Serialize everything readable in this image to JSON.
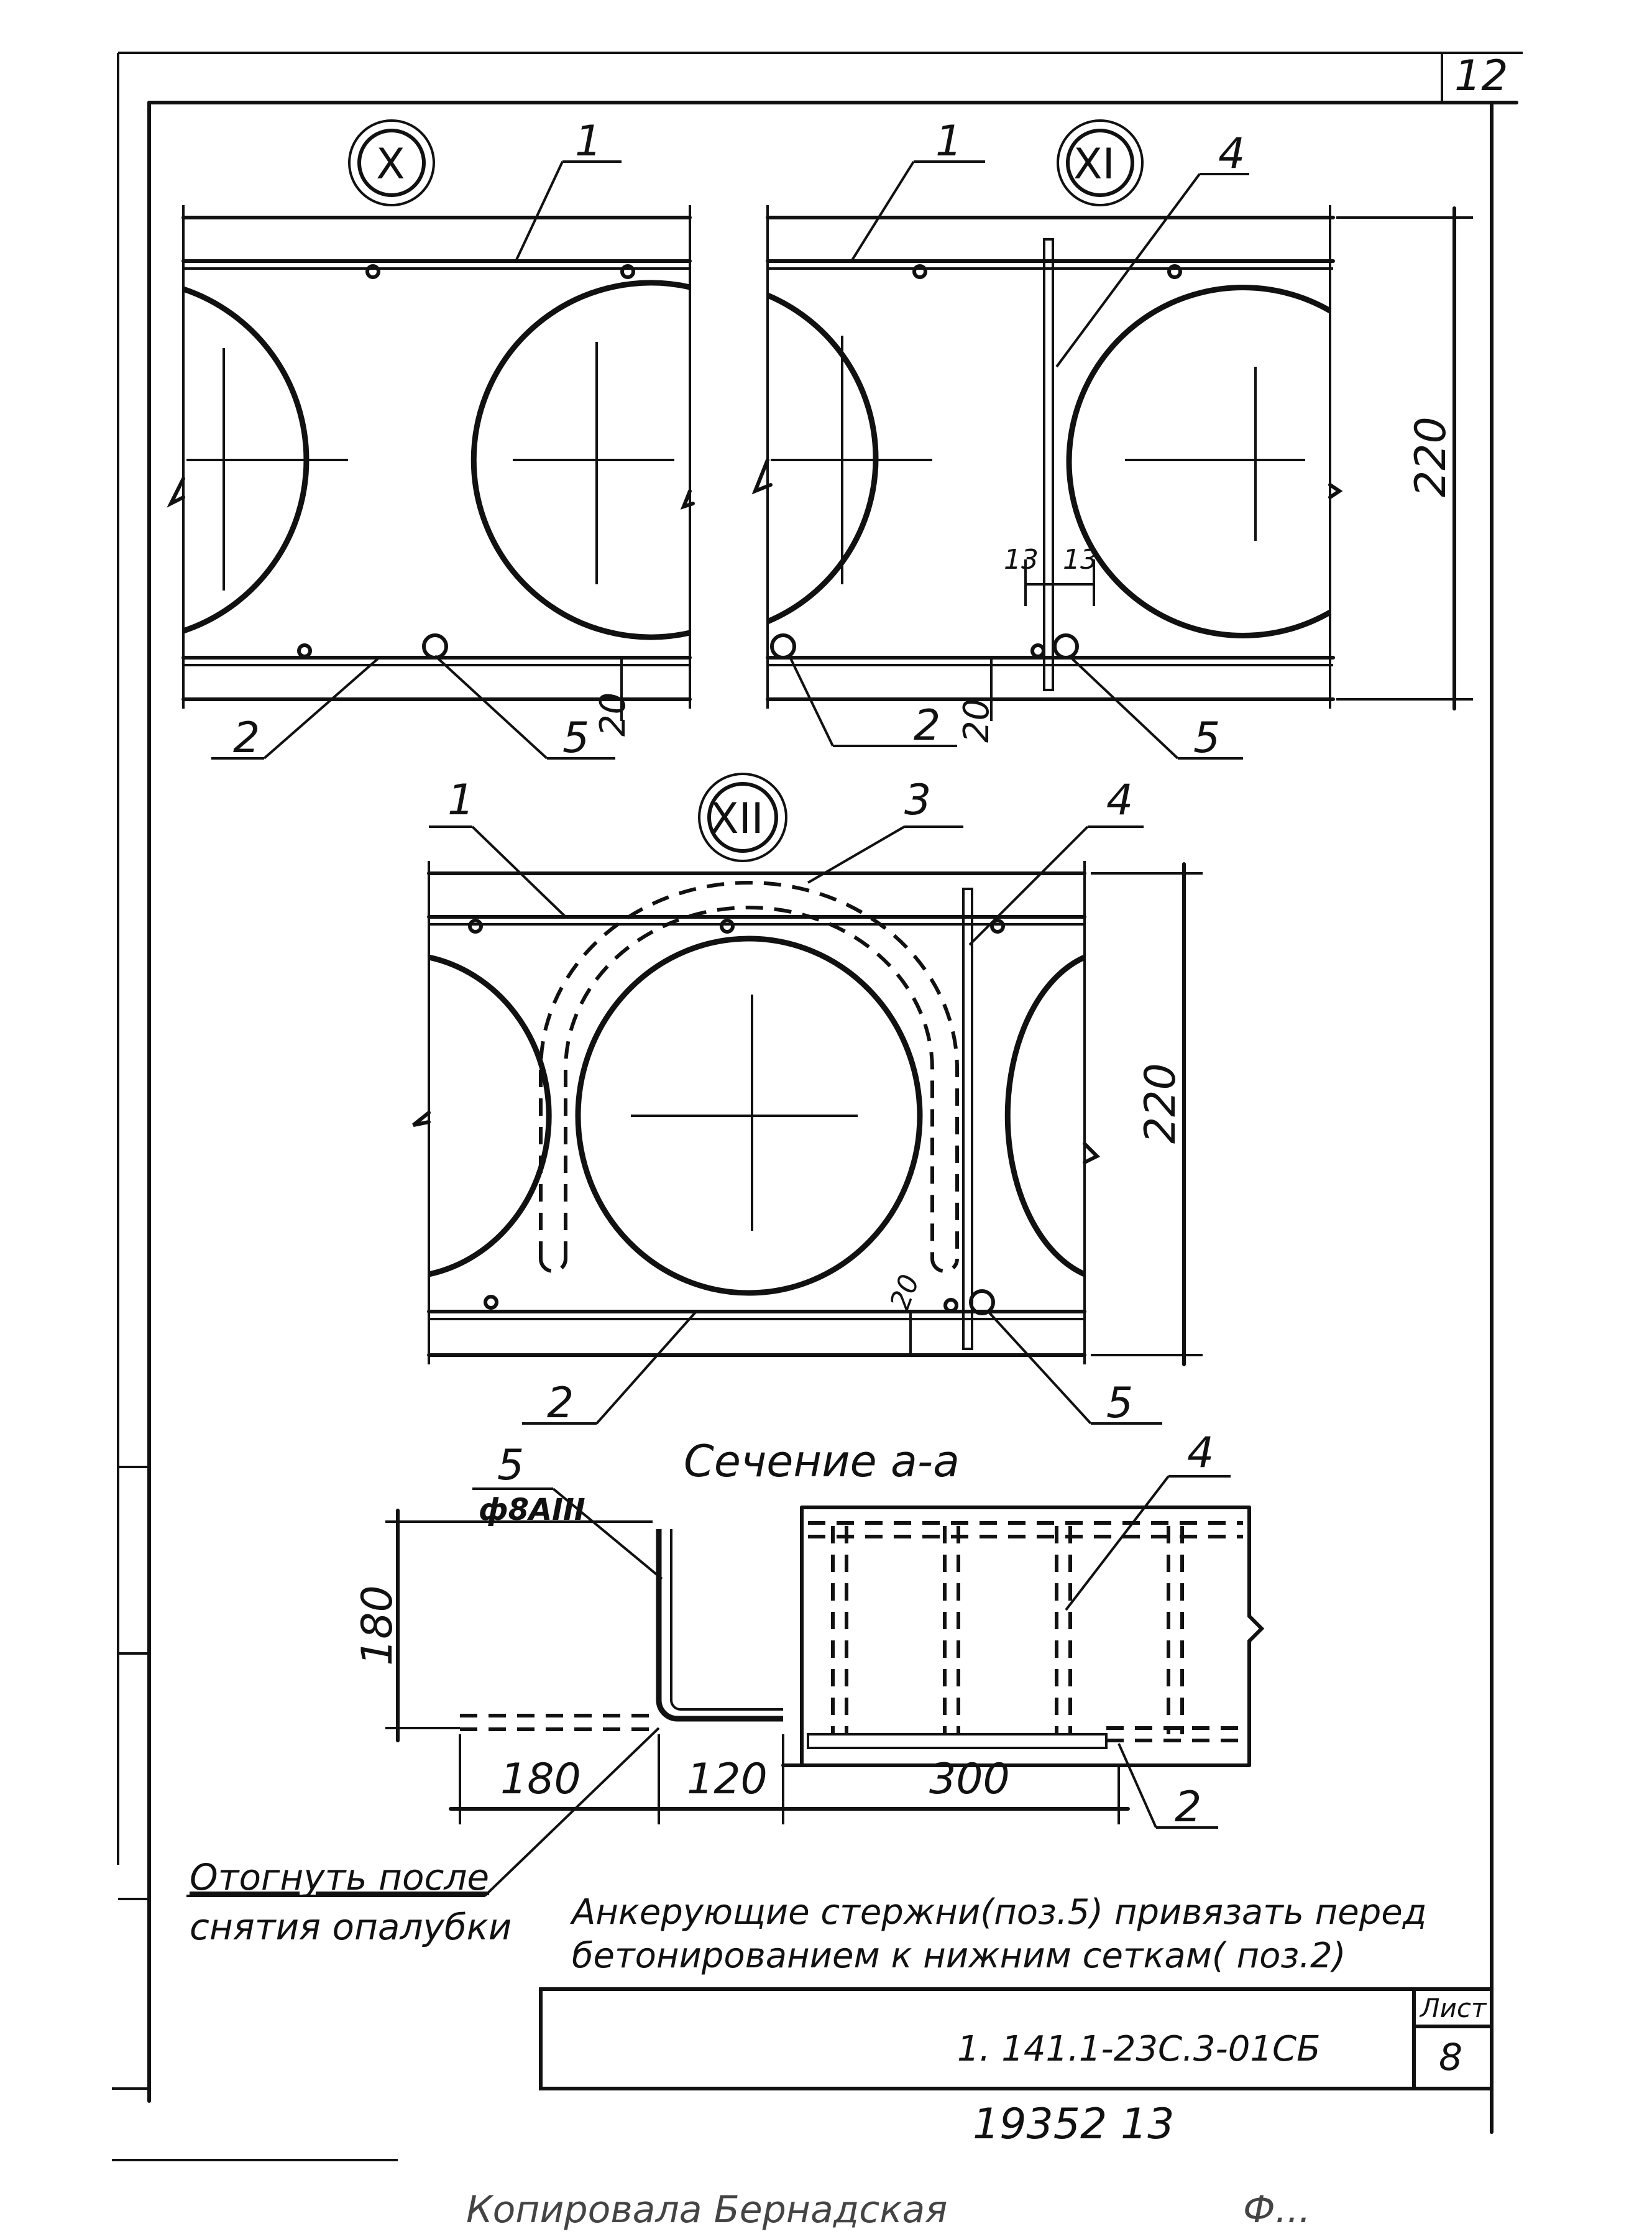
{
  "sheet": {
    "page_number": "12",
    "stamp_bottom": "19352   13",
    "footer_left": "Копировала  Бернадская",
    "footer_right": "Ф..."
  },
  "details": {
    "x": {
      "roman": "X",
      "pos_labels": [
        "1",
        "2",
        "5"
      ],
      "dim_20": "20"
    },
    "xi": {
      "roman": "XI",
      "pos_labels": [
        "1",
        "4",
        "2",
        "5"
      ],
      "dim_13a": "13",
      "dim_13b": "13",
      "dim_20": "20",
      "dim_220": "220"
    },
    "xii": {
      "roman": "XII",
      "pos_labels": [
        "1",
        "3",
        "4",
        "2",
        "5"
      ],
      "dim_20": "20",
      "dim_220": "220"
    }
  },
  "section": {
    "title": "Сечение а-а",
    "bar_pos": "5",
    "bar_spec": "ф8АIII",
    "pos4": "4",
    "pos2": "2",
    "dim_180_vert": "180",
    "dim_180": "180",
    "dim_120": "120",
    "dim_300": "300",
    "note_bend_line1": "Отогнуть после",
    "note_bend_line2": "снятия опалубки"
  },
  "notes": {
    "line1": "Анкерующие стержни(поз.5) привязать перед",
    "line2": "бетонированием к нижним сеткам( поз.2)"
  },
  "title_block": {
    "doc_code": "1. 141.1-23С.3-01СБ",
    "sheet_label": "Лист",
    "sheet_number": "8"
  }
}
